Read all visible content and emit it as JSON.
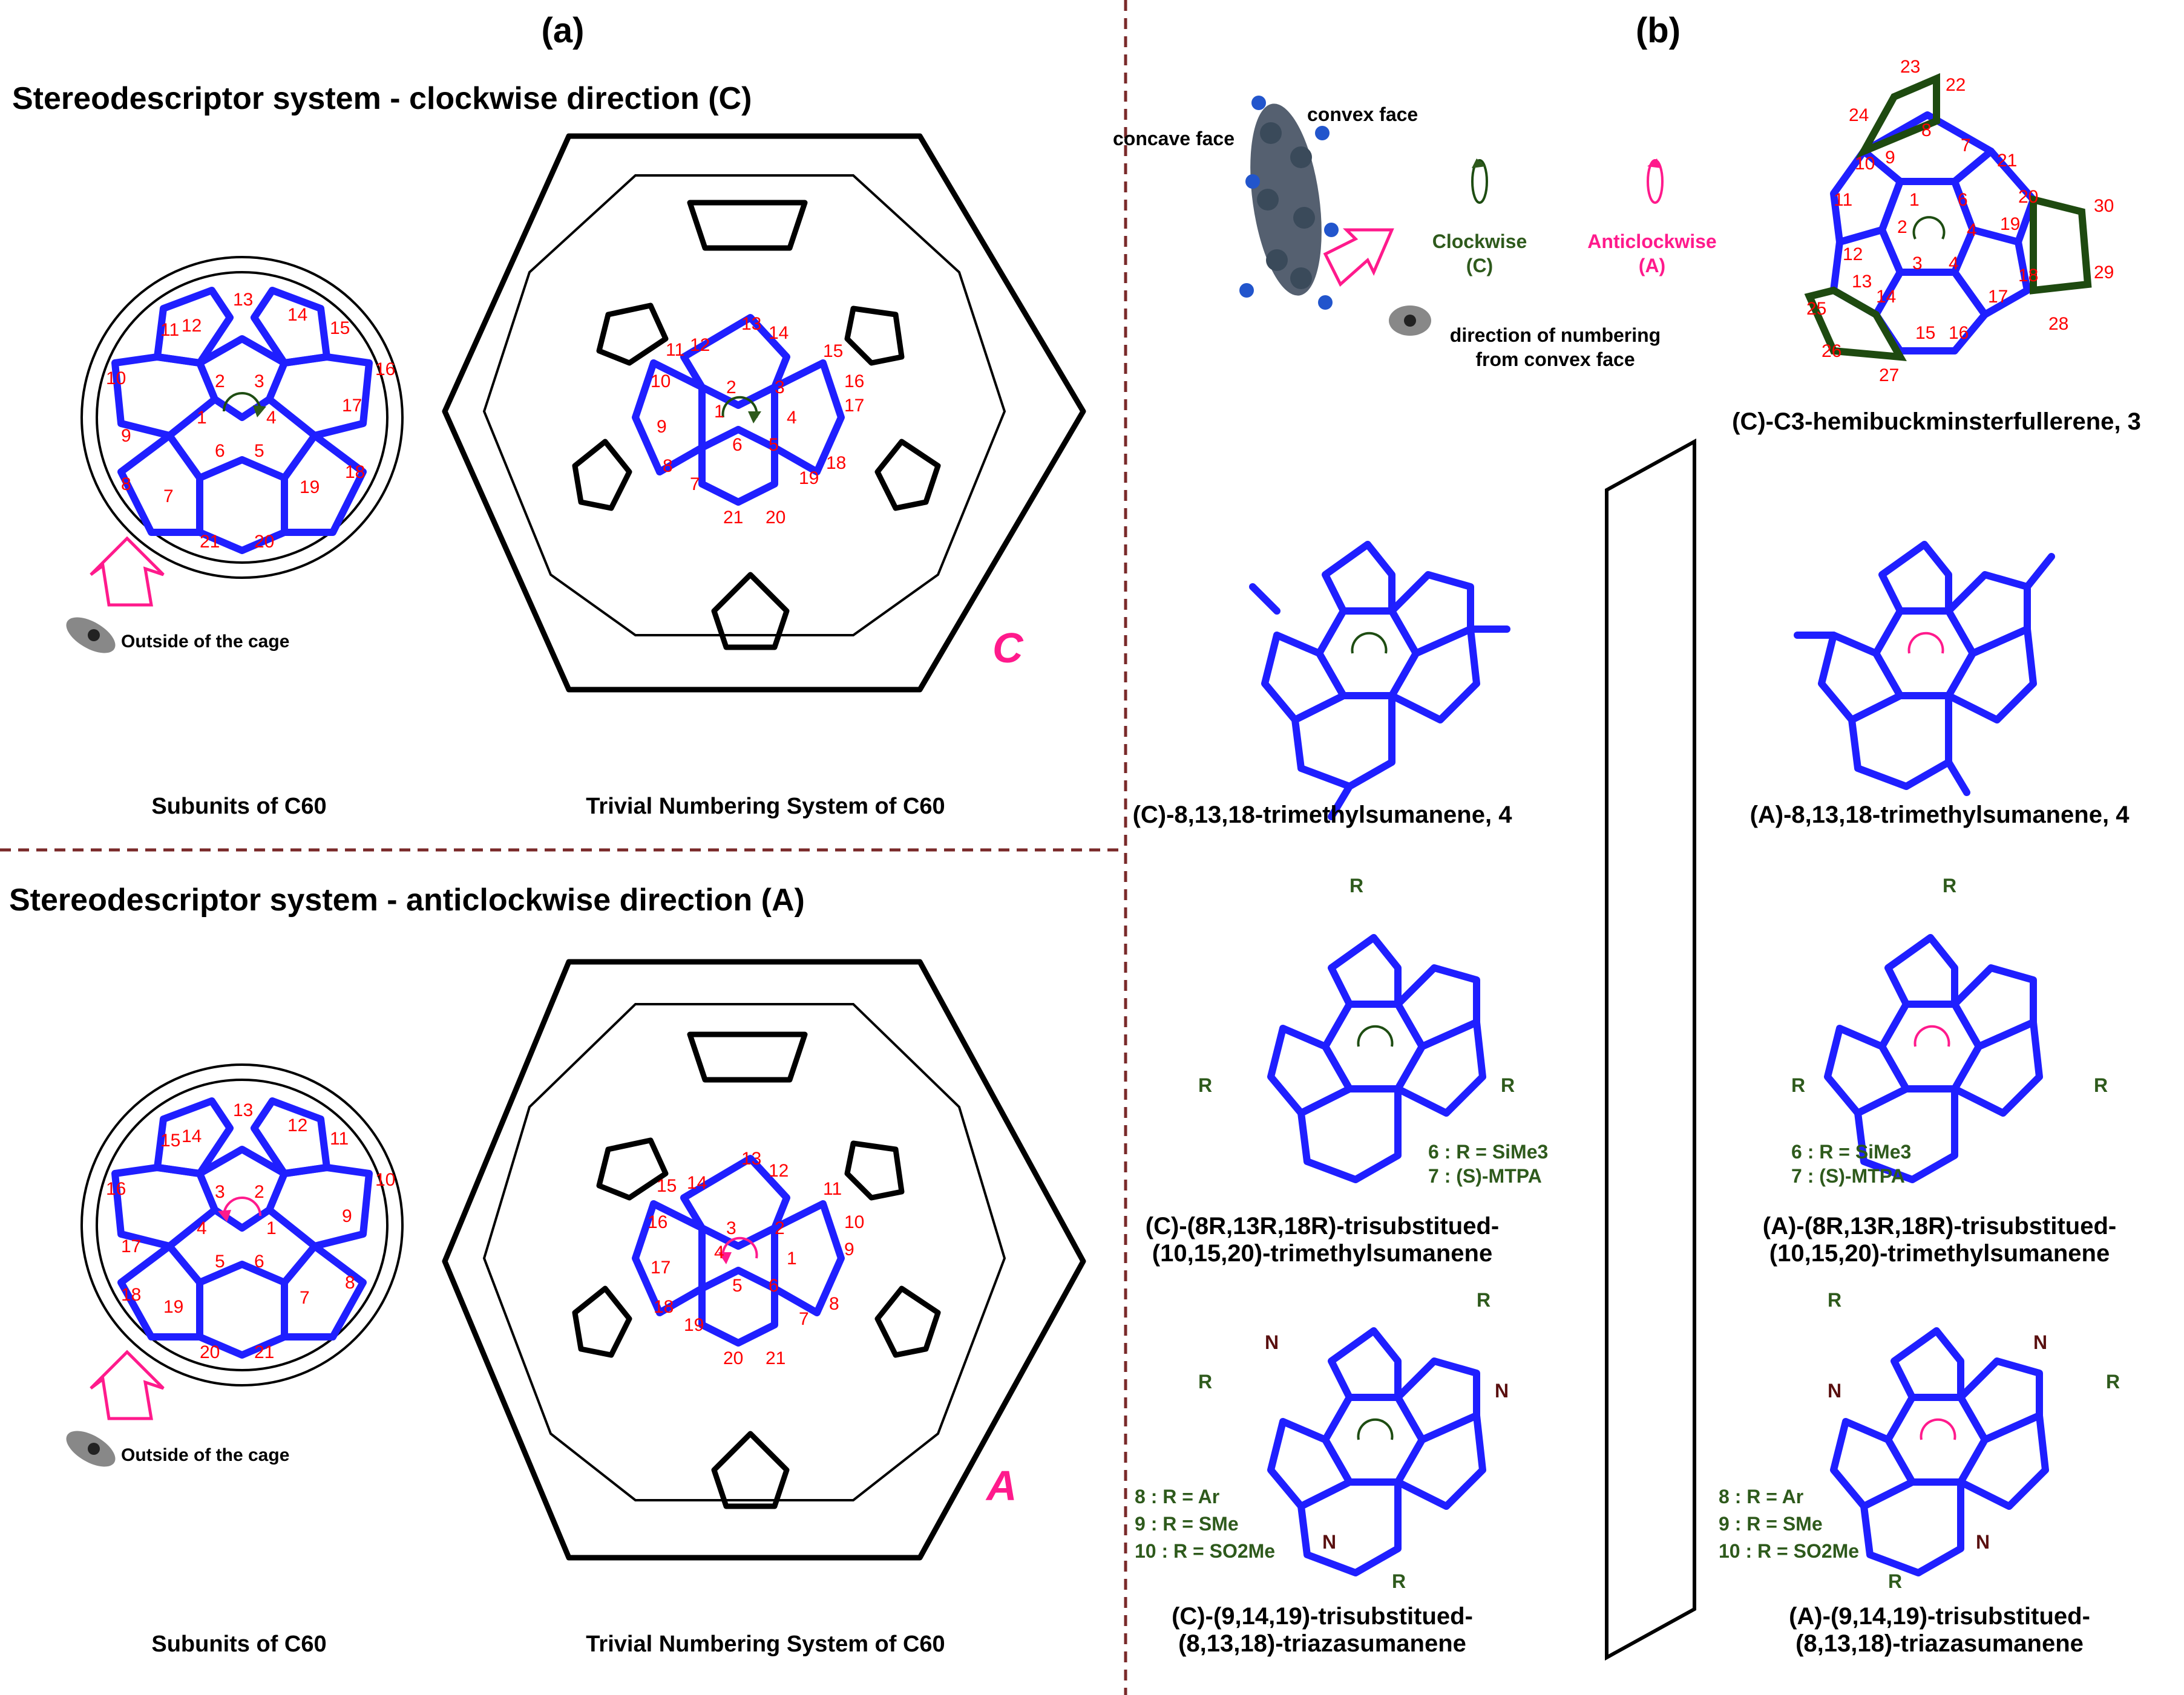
{
  "panels": {
    "a_label": "(a)",
    "b_label": "(b)"
  },
  "panel_a": {
    "clockwise_heading": "Stereodescriptor system - clockwise direction (C)",
    "anticlockwise_heading": "Stereodescriptor system - anticlockwise direction (A)",
    "outside_cage_top": "Outside of the cage",
    "outside_cage_bottom": "Outside of the cage",
    "subunits_top": "Subunits of C60",
    "subunits_bottom": "Subunits of C60",
    "trivial_top": "Trivial Numbering System of C60",
    "trivial_bottom": "Trivial Numbering System of C60",
    "letter_c": "C",
    "letter_a": "A"
  },
  "panel_b": {
    "concave_face": "concave face",
    "convex_face": "convex face",
    "clockwise": "Clockwise",
    "clockwise_sym": "(C)",
    "anticlockwise": "Anticlockwise",
    "anticlockwise_sym": "(A)",
    "direction_note_1": "direction of numbering",
    "direction_note_2": "from convex face",
    "compound_3": "(C)-C3-hemibuckminsterfullerene, 3",
    "compound_4c": "(C)-8,13,18-trimethylsumanene, 4",
    "compound_4a": "(A)-8,13,18-trimethylsumanene, 4",
    "compound_67c_1": "(C)-(8R,13R,18R)-trisubstitued-",
    "compound_67c_2": "(10,15,20)-trimethylsumanene",
    "compound_67a_1": "(A)-(8R,13R,18R)-trisubstitued-",
    "compound_67a_2": "(10,15,20)-trimethylsumanene",
    "r6": "6 : R = SiMe3",
    "r7": "7 : (S)-MTPA",
    "r8": "8 : R = Ar",
    "r9": "9 : R = SMe",
    "r10": "10 : R = SO2Me",
    "compound_810c_1": "(C)-(9,14,19)-trisubstitued-",
    "compound_810c_2": "(8,13,18)-triazasumanene",
    "compound_810a_1": "(A)-(9,14,19)-trisubstitued-",
    "compound_810a_2": "(8,13,18)-triazasumanene",
    "R": "R",
    "N": "N"
  },
  "colors": {
    "bond": "#1f1fff",
    "atom_number": "#ff0000",
    "clockwise": "#1e4d12",
    "anticlockwise": "#ff1a8c",
    "divider": "#7a2a2a"
  }
}
